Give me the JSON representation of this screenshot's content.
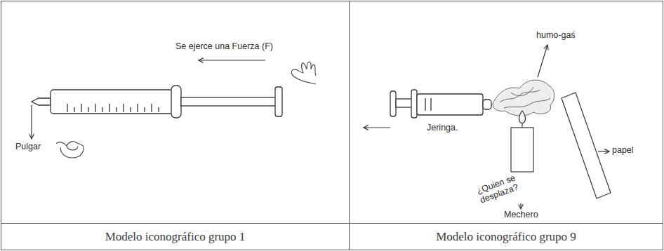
{
  "diagram": {
    "nodes": [
      {
        "text": [
          "Modelo iconográfico grupo 1"
        ]
      },
      {
        "text": [
          "Modelo iconográfico grupo 9"
        ]
      }
    ],
    "labels": [
      "Se ejerce una Fuerza (F)",
      "Pulgar",
      "humo-gaś",
      "Jeringa.",
      "papel",
      "¿Quien se desplaza?",
      "Mechero"
    ]
  }
}
